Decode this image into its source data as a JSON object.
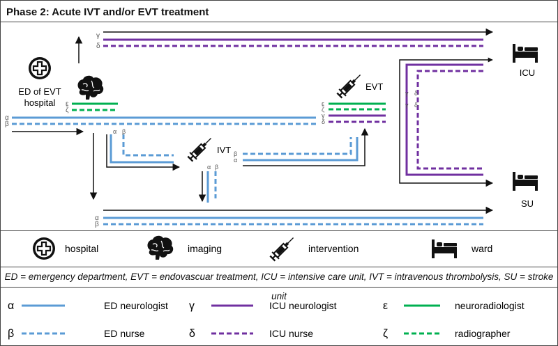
{
  "title": "Phase 2: Acute IVT and/or EVT treatment",
  "nodes": {
    "hospital": "ED of EVT\nhospital",
    "evt": "EVT",
    "ivt": "IVT",
    "icu": "ICU",
    "su": "SU"
  },
  "greek": {
    "alpha": "α",
    "beta": "β",
    "gamma": "γ",
    "delta": "δ",
    "epsilon": "ε",
    "zeta": "ζ"
  },
  "icon_legend": [
    {
      "icon": "hospital-icon",
      "label": "hospital"
    },
    {
      "icon": "brain-icon",
      "label": "imaging"
    },
    {
      "icon": "syringe-icon",
      "label": "intervention"
    },
    {
      "icon": "bed-icon",
      "label": "ward"
    }
  ],
  "abbreviations": "ED = emergency department, EVT = endovascuar treatment, ICU = intensive care unit, IVT = intravenous thrombolysis, SU = stroke unit",
  "role_legend": [
    {
      "symbol": "α",
      "label": "ED neurologist",
      "color": "#5b9bd5",
      "dashed": false
    },
    {
      "symbol": "β",
      "label": "ED nurse",
      "color": "#5b9bd5",
      "dashed": true
    },
    {
      "symbol": "γ",
      "label": "ICU neurologist",
      "color": "#7030a0",
      "dashed": false
    },
    {
      "symbol": "δ",
      "label": "ICU nurse",
      "color": "#7030a0",
      "dashed": true
    },
    {
      "symbol": "ε",
      "label": "neuroradiologist",
      "color": "#00b050",
      "dashed": false
    },
    {
      "symbol": "ζ",
      "label": "radiographer",
      "color": "#00b050",
      "dashed": true
    }
  ],
  "colors": {
    "blue": "#5b9bd5",
    "purple": "#7030a0",
    "green": "#00b050",
    "arrow": "#111111"
  }
}
